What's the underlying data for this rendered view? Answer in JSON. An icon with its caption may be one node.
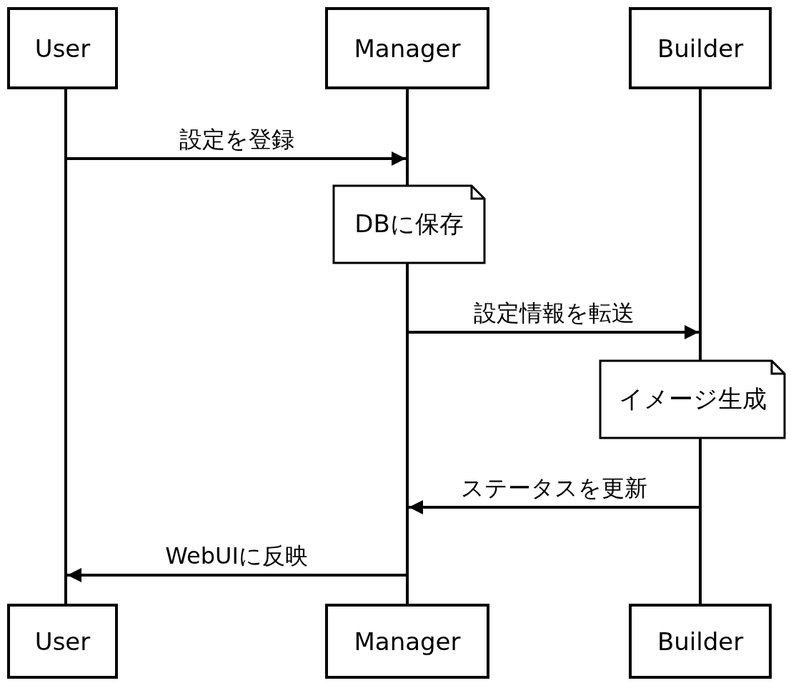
{
  "diagram": {
    "nodes": [
      {
        "text": [
          "User"
        ]
      },
      {
        "text": [
          "Manager"
        ]
      },
      {
        "text": [
          "Builder"
        ]
      },
      {
        "text": [],
        "shape": "bar"
      },
      {
        "text": [],
        "shape": "bar"
      },
      {
        "text": [],
        "shape": "bar"
      },
      {
        "text": [
          "DBに保存"
        ]
      },
      {
        "text": [
          "イメージ生成"
        ]
      },
      {
        "text": [
          "User"
        ]
      },
      {
        "text": [
          "Manager"
        ]
      },
      {
        "text": [
          "Builder"
        ]
      }
    ],
    "edges": [
      {
        "from": 3,
        "to": 4,
        "arrow": "to",
        "label": "設定を登録"
      },
      {
        "from": 4,
        "to": 5,
        "arrow": "to",
        "label": "設定情報を転送"
      },
      {
        "from": 5,
        "to": 4,
        "arrow": "to",
        "label": "ステータスを更新"
      },
      {
        "from": 4,
        "to": 3,
        "arrow": "to",
        "label": "WebUIに反映"
      }
    ]
  }
}
